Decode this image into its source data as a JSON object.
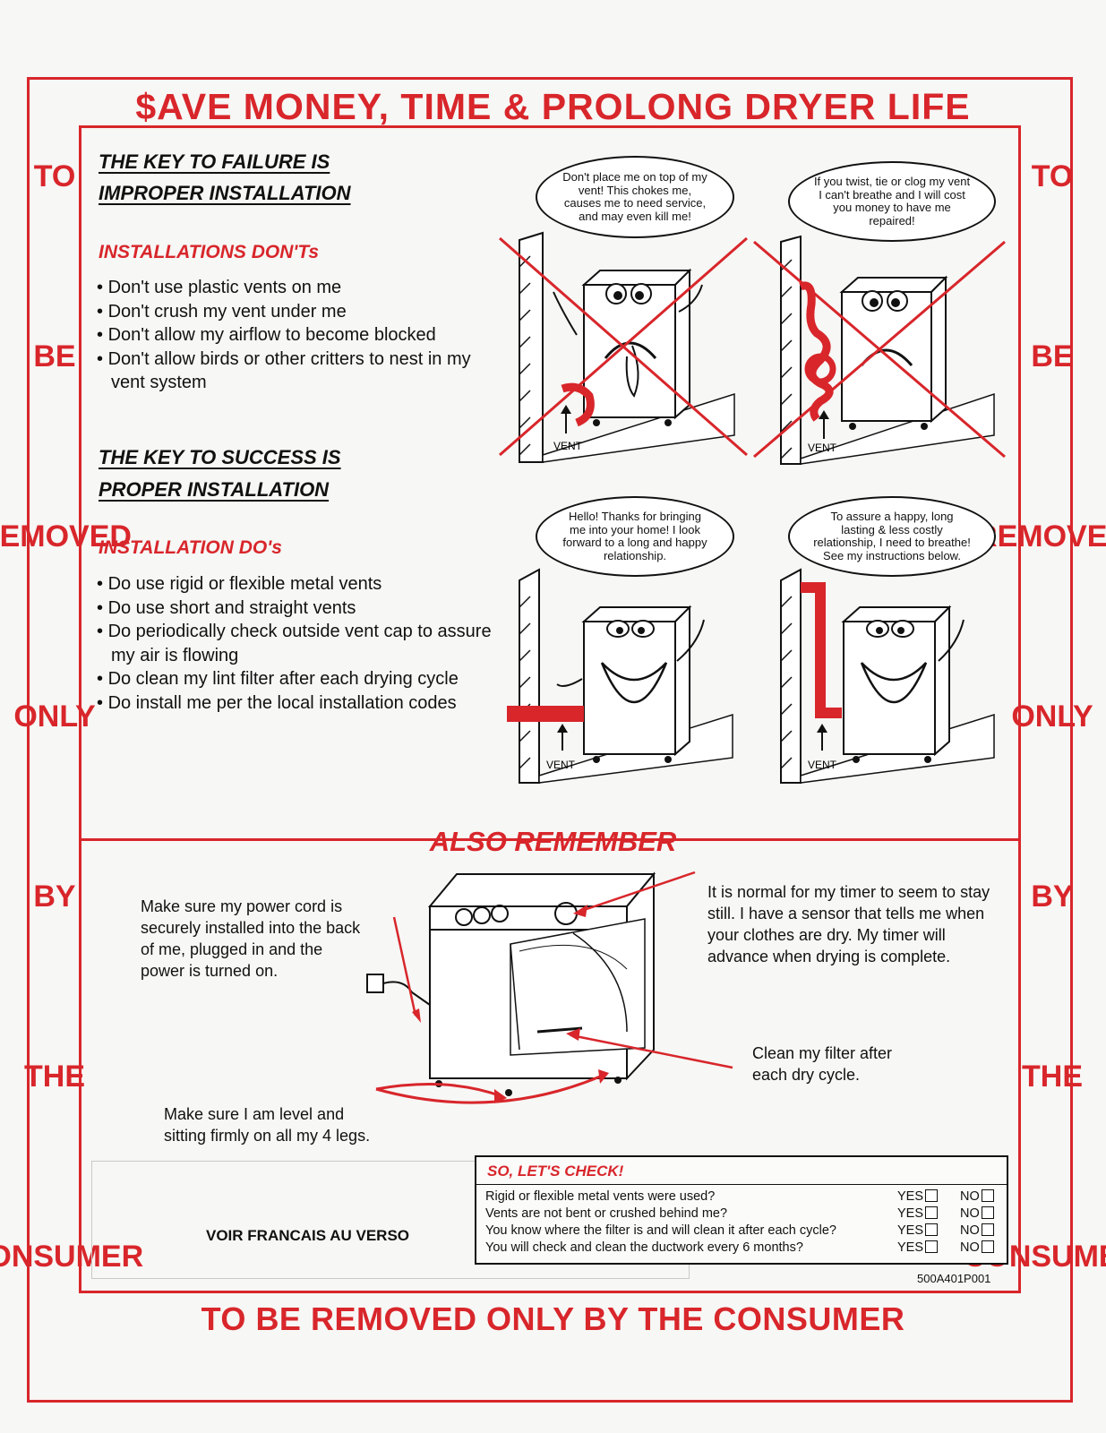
{
  "title": "$AVE MONEY, TIME & PROLONG DRYER LIFE",
  "side_label_words": [
    "TO",
    "BE",
    "REMOVED",
    "ONLY",
    "BY",
    "THE",
    "CONSUMER"
  ],
  "bottom_banner": "TO BE REMOVED ONLY BY THE CONSUMER",
  "failure": {
    "heading_line1": "THE KEY TO FAILURE IS",
    "heading_line2": "IMPROPER INSTALLATION",
    "subheading": "INSTALLATIONS DON'Ts",
    "items": [
      "Don't use plastic vents on me",
      "Don't crush my vent under me",
      "Don't allow my airflow to become blocked",
      "Don't allow birds or other critters to nest in my vent system"
    ]
  },
  "success": {
    "heading_line1": "THE KEY TO SUCCESS IS",
    "heading_line2": "PROPER INSTALLATION",
    "subheading": "INSTALLATION DO's",
    "items": [
      "Do use rigid or flexible metal vents",
      "Do use short and straight vents",
      "Do periodically check outside vent cap to assure my air is flowing",
      "Do clean my lint filter after each drying cycle",
      "Do install me per the local installation codes"
    ]
  },
  "cartoons": {
    "bubble_1": "Don't place me on top of my vent! This chokes me, causes me to need service, and may even kill me!",
    "bubble_2": "If you twist, tie or clog my vent I can't breathe and I will cost you money to have me repaired!",
    "bubble_3": "Hello! Thanks for bringing me into your home! I look forward to a long and happy relationship.",
    "bubble_4": "To assure a happy, long lasting & less costly relationship, I need to breathe! See my instructions below.",
    "vent_label": "VENT"
  },
  "also_remember": {
    "heading": "ALSO REMEMBER",
    "power_cord": "Make sure my power cord is securely installed into the back of me, plugged in and the power is turned on.",
    "timer": "It is normal for my timer to seem to stay still. I have a sensor that tells me when your clothes are dry. My timer will advance when drying is complete.",
    "filter": "Clean my filter after each dry cycle.",
    "level": "Make sure I am level and sitting firmly on all my 4 legs."
  },
  "checklist": {
    "title": "SO, LET'S CHECK!",
    "yes_label": "YES",
    "no_label": "NO",
    "questions": [
      "Rigid or flexible metal vents were used?",
      "Vents are not bent or crushed behind me?",
      "You know where the filter is and will clean it after each cycle?",
      "You will check and clean the ductwork every 6 months?"
    ]
  },
  "voir_francais": "VOIR FRANCAIS AU VERSO",
  "part_code": "500A401P001",
  "colors": {
    "accent_red": "#d8262b",
    "ink": "#111111"
  }
}
